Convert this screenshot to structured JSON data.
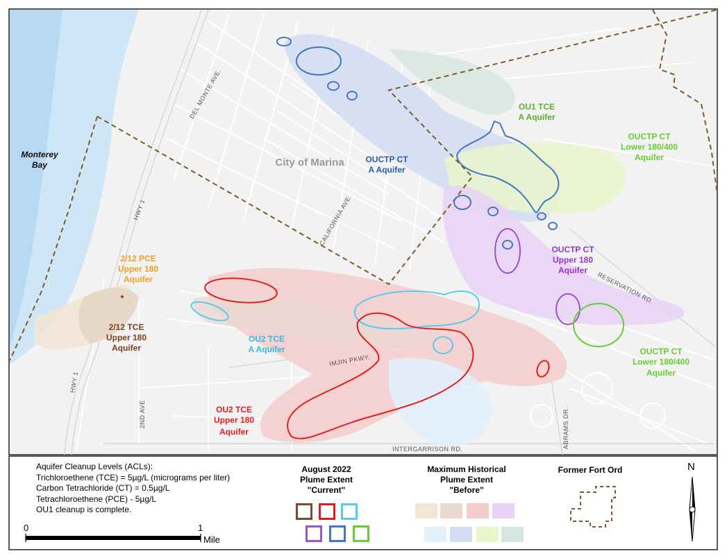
{
  "map": {
    "water_label": [
      "Monterey",
      "Bay"
    ],
    "city_label": "City of Marina",
    "roads": {
      "del_monte": "DEL MONTE AVE.",
      "california": "CALIFORNIA AVE.",
      "hwy1_top": "HWY 1",
      "hwy1_bottom": "HWY 1",
      "reservation": "RESERVATION RD.",
      "imjin": "IMJIN PKWY.",
      "second_ave": "2ND AVE",
      "abrams": "ABRAMS DR.",
      "intergarrison": "INTERGARRISON RD."
    },
    "plume_labels": {
      "ou1_tce": {
        "lines": [
          "OU1 TCE",
          "A Aquifer"
        ],
        "color": "#5cae2e"
      },
      "ouctp_ct_a": {
        "lines": [
          "OUCTP CT",
          "A Aquifer"
        ],
        "color": "#2a5caa"
      },
      "ouctp_ct_lower_top": {
        "lines": [
          "OUCTP CT",
          "Lower 180/400",
          "Aquifer"
        ],
        "color": "#66cc33"
      },
      "ouctp_ct_upper180": {
        "lines": [
          "OUCTP CT",
          "Upper 180",
          "Aquifer"
        ],
        "color": "#9933cc"
      },
      "pce_212": {
        "lines": [
          "2/12 PCE",
          "Upper 180",
          "Aquifer"
        ],
        "color": "#f0a020"
      },
      "tce_212": {
        "lines": [
          "2/12 TCE",
          "Upper 180",
          "Aquifer"
        ],
        "color": "#7b3f1e"
      },
      "ou2_tce_a": {
        "lines": [
          "OU2 TCE",
          "A Aquifer"
        ],
        "color": "#33bbe0"
      },
      "ou2_tce_upper": {
        "lines": [
          "OU2 TCE",
          "Upper 180",
          "Aquifer"
        ],
        "color": "#e01e1e"
      },
      "ouctp_ct_lower_bottom": {
        "lines": [
          "OUCTP CT",
          "Lower 180/400",
          "Aquifer"
        ],
        "color": "#66cc33"
      }
    }
  },
  "legend": {
    "acl": [
      "Aquifer Cleanup Levels (ACLs):",
      "Trichloroethene (TCE) = 5µg/L (micrograms per liter)",
      "Carbon Tetrachloride (CT) = 0.5µg/L",
      "Tetrachloroethene (PCE) - 5µg/L",
      "OU1 cleanup is complete."
    ],
    "current_title": [
      "August 2022",
      "Plume Extent",
      "\"Current\""
    ],
    "current_colors": [
      "#7b4a2e",
      "#e01e1e",
      "#55ccee",
      "#9955cc",
      "#4477bb",
      "#66cc33"
    ],
    "before_title": [
      "Maximum Historical",
      "Plume Extent",
      "\"Before\""
    ],
    "before_colors": [
      "#f2e6d6",
      "#ead8d3",
      "#f4cccc",
      "#e8d2f6",
      "#e2f0fb",
      "#d2dcf2",
      "#eaf6cc",
      "#d4e6dd"
    ],
    "fort_ord_title": "Former Fort Ord",
    "scale": {
      "start": "0",
      "end": "1",
      "unit": "Mile"
    },
    "north": "N"
  }
}
